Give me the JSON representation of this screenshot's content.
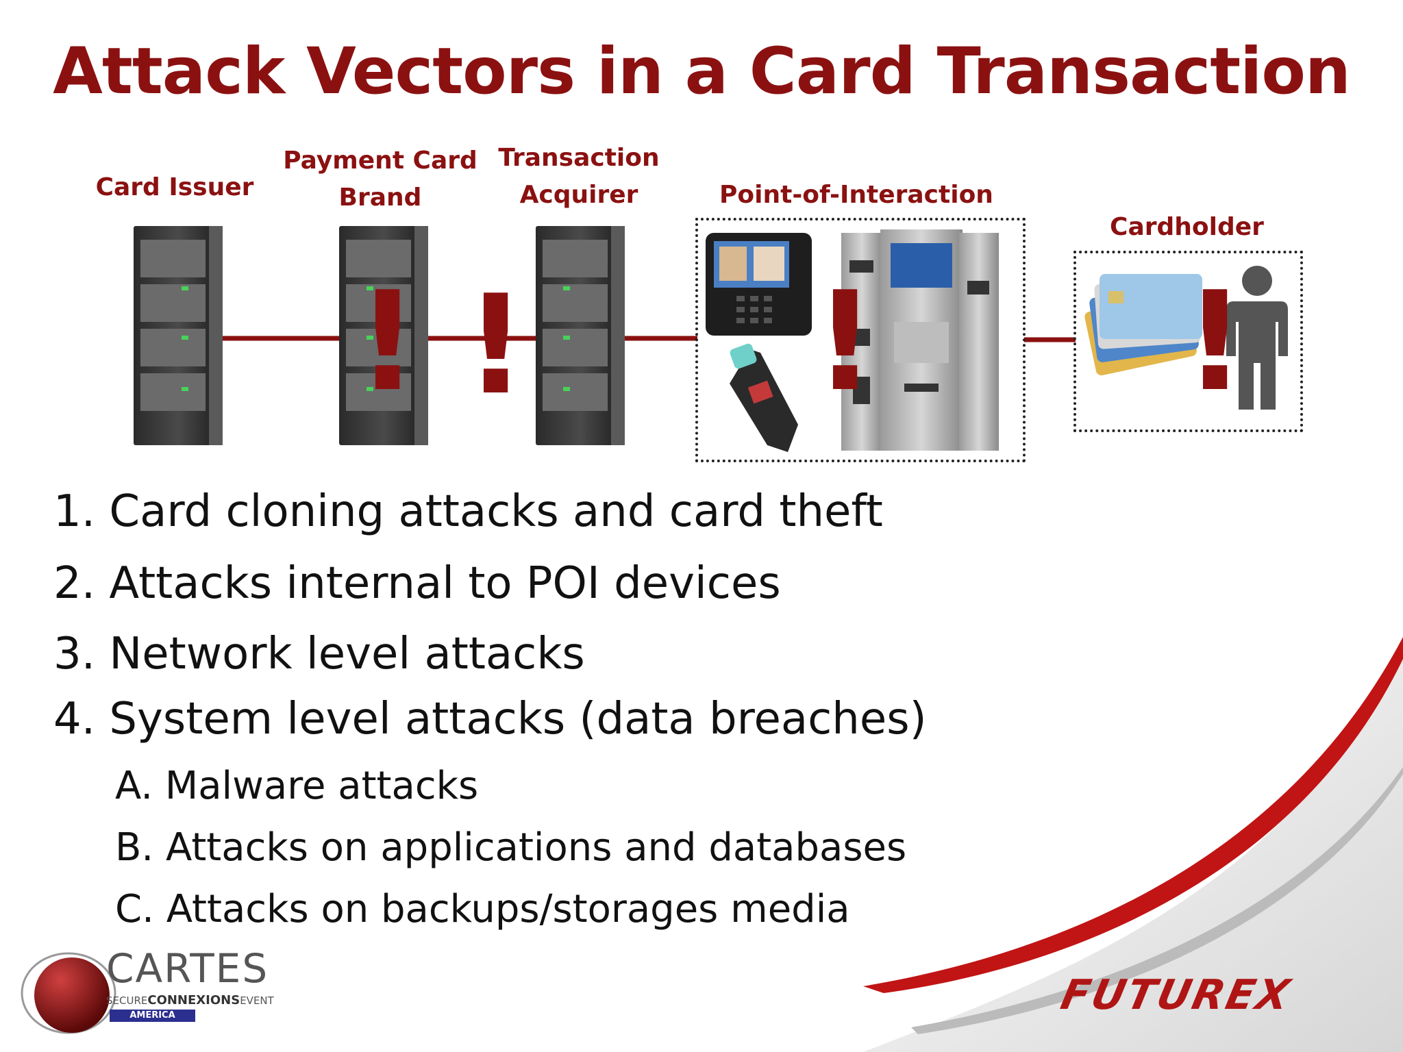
{
  "title": "Attack Vectors in a Card Transaction",
  "nodes": {
    "card_issuer": "Card Issuer",
    "payment_brand": [
      "Payment Card",
      "Brand"
    ],
    "acquirer": [
      "Transaction",
      "Acquirer"
    ],
    "poi": "Point-of-Interaction",
    "cardholder": "Cardholder"
  },
  "attack_marker": "!",
  "list": [
    "1. Card cloning attacks and card theft",
    "2. Attacks internal to POI devices",
    "3. Network level attacks",
    "4. System level attacks (data breaches)"
  ],
  "sublist": [
    "A. Malware attacks",
    "B. Attacks on applications and databases",
    "C. Attacks on backups/storages media"
  ],
  "logos": {
    "cartes": {
      "name": "CARTES",
      "tag_secure": "SECURE",
      "tag_connexions": "CONNEXIONS",
      "tag_event": "EVENT",
      "region": "AMERICA"
    },
    "futurex": "FUTUREX"
  },
  "colors": {
    "accent": "#8b1111",
    "text": "#111111"
  }
}
